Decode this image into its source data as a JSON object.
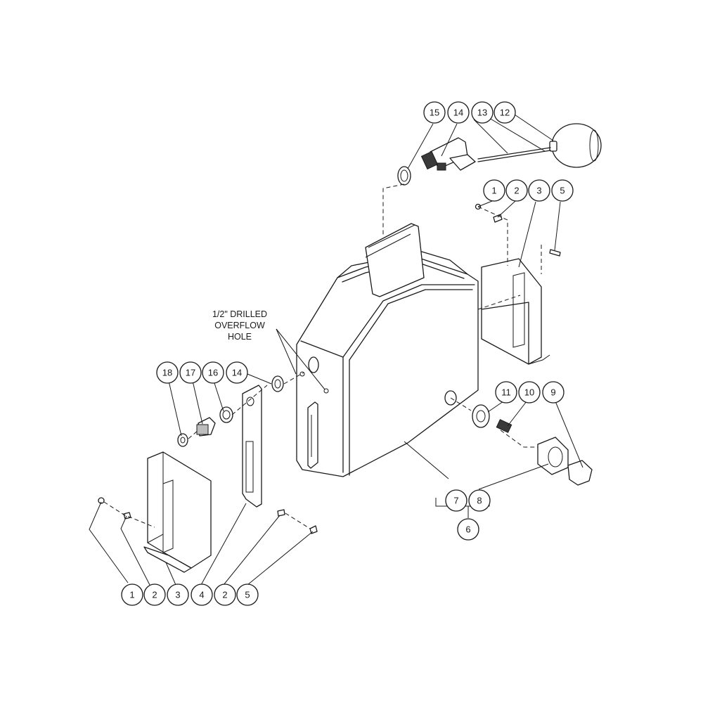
{
  "balloons": [
    {
      "label": "15"
    },
    {
      "label": "14"
    },
    {
      "label": "13"
    },
    {
      "label": "12"
    },
    {
      "label": "1"
    },
    {
      "label": "2"
    },
    {
      "label": "3"
    },
    {
      "label": "5"
    },
    {
      "label": "18"
    },
    {
      "label": "17"
    },
    {
      "label": "16"
    },
    {
      "label": "14"
    },
    {
      "label": "11"
    },
    {
      "label": "10"
    },
    {
      "label": "9"
    },
    {
      "label": "7"
    },
    {
      "label": "8"
    },
    {
      "label": "6"
    },
    {
      "label": "1"
    },
    {
      "label": "2"
    },
    {
      "label": "3"
    },
    {
      "label": "4"
    },
    {
      "label": "2"
    },
    {
      "label": "5"
    }
  ],
  "note": {
    "line1": "1/2\" DRILLED",
    "line2": "OVERFLOW",
    "line3": "HOLE"
  }
}
